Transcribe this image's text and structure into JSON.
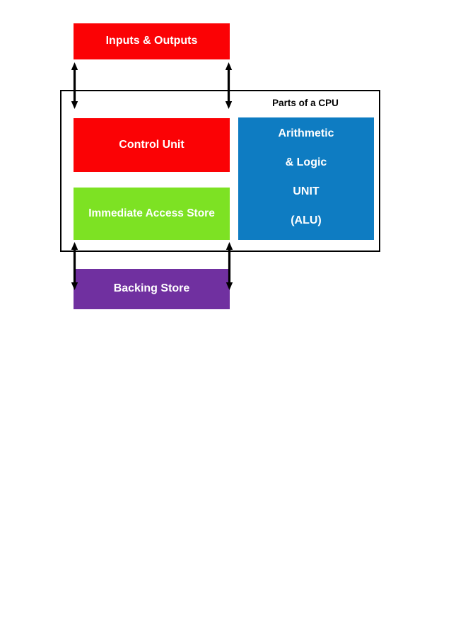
{
  "page": {
    "background": "#ffffff"
  },
  "diagram": {
    "container": {
      "label": "Parts of a CPU",
      "border_color": "#000000"
    },
    "boxes": {
      "io": {
        "label": "Inputs & Outputs",
        "color": "#fb0205",
        "text_color": "#ffffff"
      },
      "control": {
        "label": "Control Unit",
        "color": "#fb0205",
        "text_color": "#ffffff"
      },
      "ias": {
        "label": "Immediate Access Store",
        "color": "#7de223",
        "text_color": "#ffffff"
      },
      "alu": {
        "lines": [
          "Arithmetic",
          "& Logic",
          "UNIT",
          "(ALU)"
        ],
        "color": "#0e7cc2",
        "text_color": "#ffffff"
      },
      "backing": {
        "label": "Backing Store",
        "color": "#7030a0",
        "text_color": "#ffffff"
      }
    },
    "arrows": {
      "color": "#000000",
      "items": [
        {
          "name": "io-to-cpu-arrow-left",
          "type": "double-headed-vertical"
        },
        {
          "name": "io-to-cpu-arrow-right",
          "type": "double-headed-vertical"
        },
        {
          "name": "cpu-to-backing-arrow-left",
          "type": "double-headed-vertical"
        },
        {
          "name": "cpu-to-backing-arrow-right",
          "type": "double-headed-vertical"
        }
      ]
    }
  }
}
